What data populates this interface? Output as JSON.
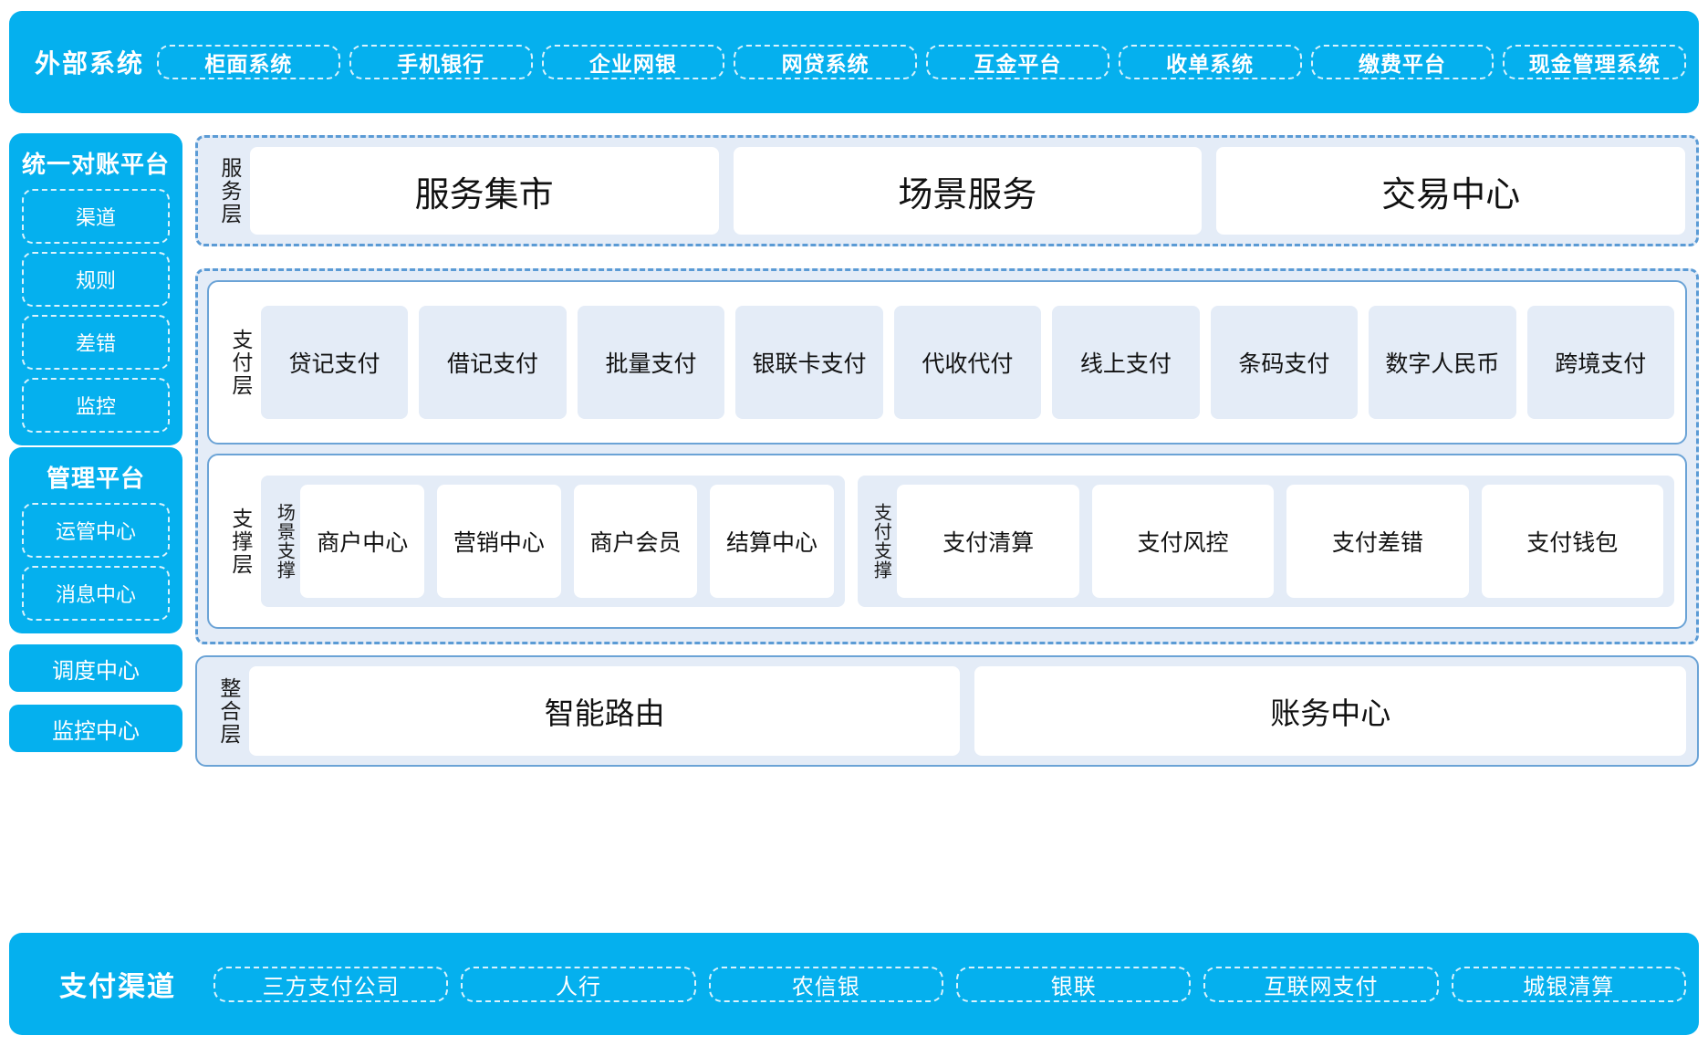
{
  "external": {
    "title": "外部系统",
    "items": [
      "柜面系统",
      "手机银行",
      "企业网银",
      "网贷系统",
      "互金平台",
      "收单系统",
      "缴费平台",
      "现金管理系统"
    ]
  },
  "sidebar": {
    "reconciliation": {
      "title": "统一对账平台",
      "items": [
        "渠道",
        "规则",
        "差错",
        "监控"
      ]
    },
    "management": {
      "title": "管理平台",
      "items": [
        "运管中心",
        "消息中心"
      ]
    },
    "standalone": [
      "调度中心",
      "监控中心"
    ]
  },
  "service_layer": {
    "label": "服务层",
    "items": [
      "服务集市",
      "场景服务",
      "交易中心"
    ]
  },
  "payment_layer": {
    "label": "支付层",
    "items": [
      "贷记支付",
      "借记支付",
      "批量支付",
      "银联卡支付",
      "代收代付",
      "线上支付",
      "条码支付",
      "数字人民币",
      "跨境支付"
    ]
  },
  "support_layer": {
    "label": "支撑层",
    "groups": [
      {
        "label": "场景支撑",
        "items": [
          "商户中心",
          "营销中心",
          "商户会员",
          "结算中心"
        ]
      },
      {
        "label": "支付支撑",
        "items": [
          "支付清算",
          "支付风控",
          "支付差错",
          "支付钱包"
        ]
      }
    ]
  },
  "integration_layer": {
    "label": "整合层",
    "items": [
      "智能路由",
      "账务中心"
    ]
  },
  "channel": {
    "title": "支付渠道",
    "items": [
      "三方支付公司",
      "人行",
      "农信银",
      "银联",
      "互联网支付",
      "城银清算"
    ]
  },
  "colors": {
    "brand_blue": "#05b0ee",
    "panel_border": "#6ba3d6",
    "zone_dashed": "#5b9bd5",
    "light_blue_fill": "#e4ecf7",
    "card_white": "#ffffff"
  }
}
